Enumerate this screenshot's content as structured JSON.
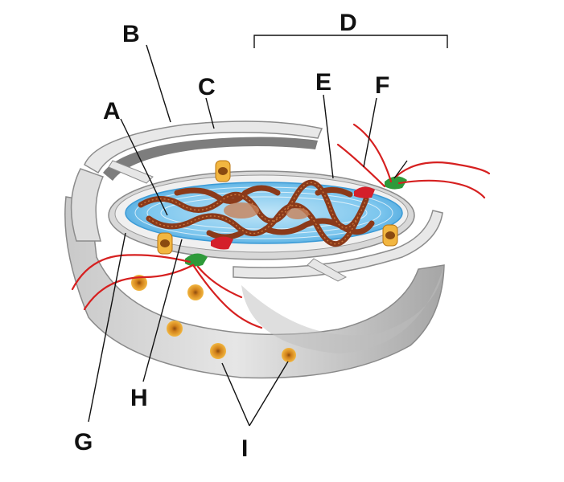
{
  "labels": {
    "A": "A",
    "B": "B",
    "C": "C",
    "D": "D",
    "E": "E",
    "F": "F",
    "G": "G",
    "H": "H",
    "I": "I"
  },
  "colors": {
    "membrane_fill": "#e3e3e3",
    "membrane_shade": "#9a9a9a",
    "lumen": "#7a7a7a",
    "nucleoplasm": "#5ab4e8",
    "chromatin": "#8b3a1a",
    "nuclear_pore": "#e8a020",
    "ribosome_red": "#d41f2a",
    "ribosome_green": "#2e9a3a",
    "mrna": "#d62020",
    "line": "#111111"
  },
  "icons": [
    "nuclear-pore-icon",
    "ribosome-icon",
    "mrna-strand-icon",
    "chromatin-icon"
  ]
}
